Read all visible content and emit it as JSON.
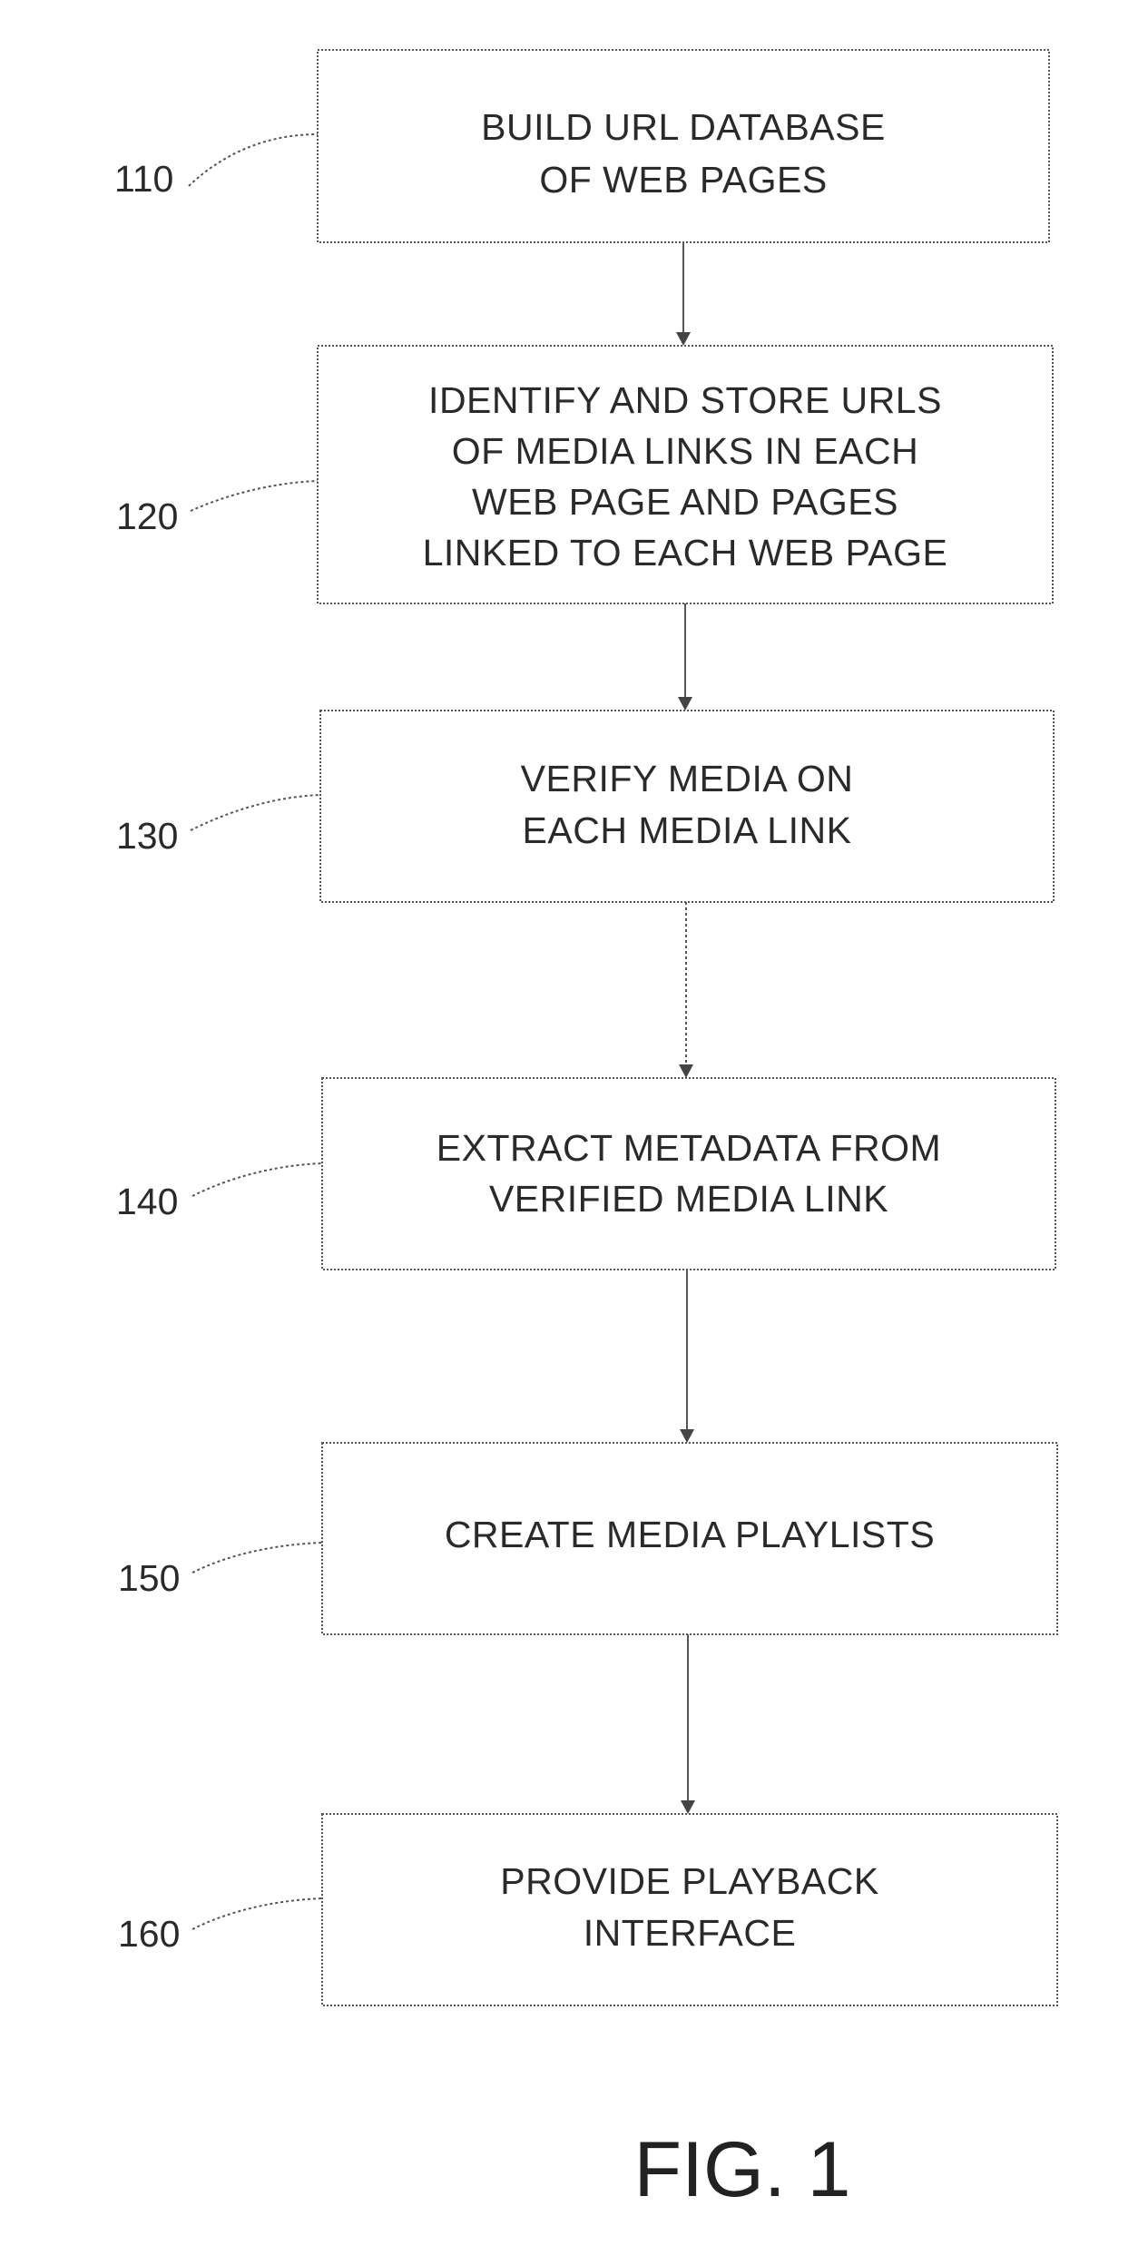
{
  "steps": [
    {
      "ref": "110",
      "lines": [
        "BUILD URL DATABASE",
        "OF WEB PAGES"
      ]
    },
    {
      "ref": "120",
      "lines": [
        "IDENTIFY AND STORE URLS",
        "OF MEDIA LINKS IN EACH",
        "WEB PAGE AND PAGES",
        "LINKED TO EACH WEB PAGE"
      ]
    },
    {
      "ref": "130",
      "lines": [
        "VERIFY MEDIA ON",
        "EACH MEDIA LINK"
      ]
    },
    {
      "ref": "140",
      "lines": [
        "EXTRACT METADATA FROM",
        "VERIFIED MEDIA LINK"
      ]
    },
    {
      "ref": "150",
      "lines": [
        "CREATE MEDIA PLAYLISTS"
      ]
    },
    {
      "ref": "160",
      "lines": [
        "PROVIDE PLAYBACK",
        "INTERFACE"
      ]
    }
  ],
  "figure_label": "FIG. 1"
}
